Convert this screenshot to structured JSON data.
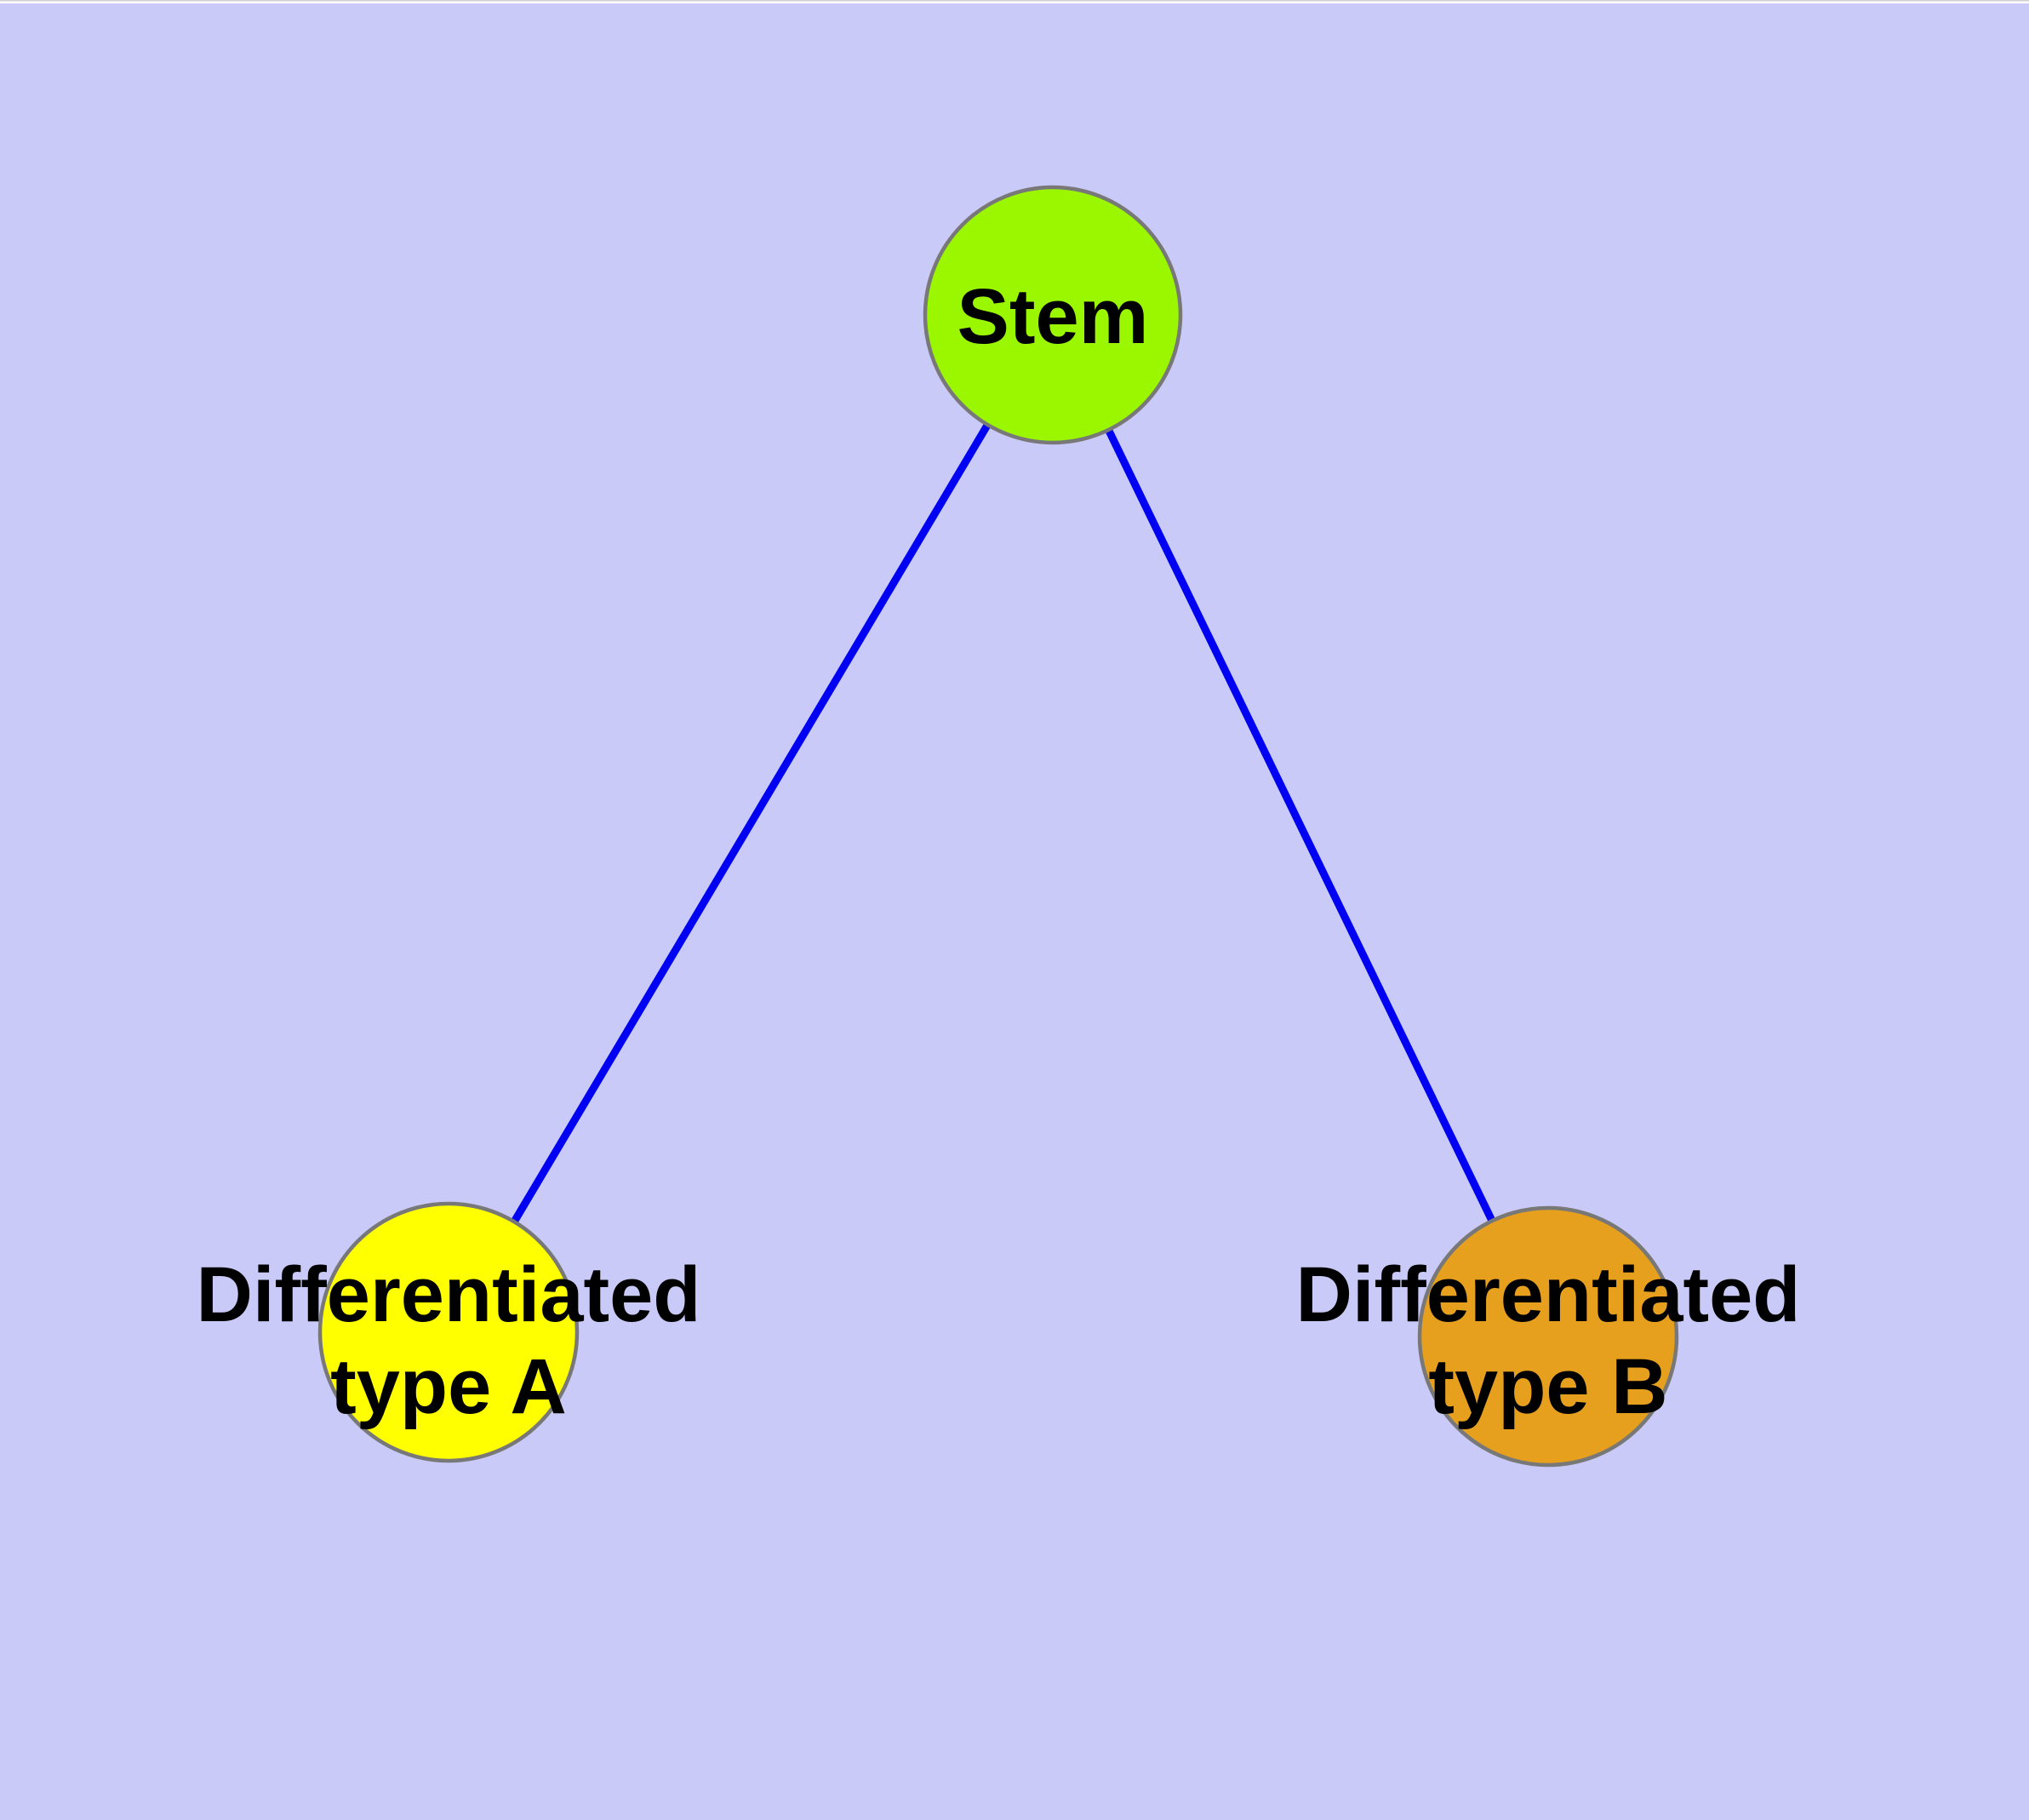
{
  "figure": {
    "kind": "node-link-diagram",
    "colors": {
      "background": "#CACAF8",
      "page_margin": "#FFFFFF",
      "top_hairline": "#D0D0D0",
      "edge": "#0000F2",
      "node_border": "#787878",
      "label_text": "#000000"
    },
    "nodes": [
      {
        "id": "stem",
        "color": "#9AF700",
        "label_lines": [
          "Stem"
        ]
      },
      {
        "id": "type-a",
        "color": "#FFFF00",
        "label_lines": [
          "Differentiated",
          "type A"
        ]
      },
      {
        "id": "type-b",
        "color": "#E6A01E",
        "label_lines": [
          "Differentiated",
          "type B"
        ]
      }
    ],
    "edges": [
      {
        "from": "Stem",
        "to": "Differentiated type A"
      },
      {
        "from": "Stem",
        "to": "Differentiated type B"
      }
    ]
  }
}
